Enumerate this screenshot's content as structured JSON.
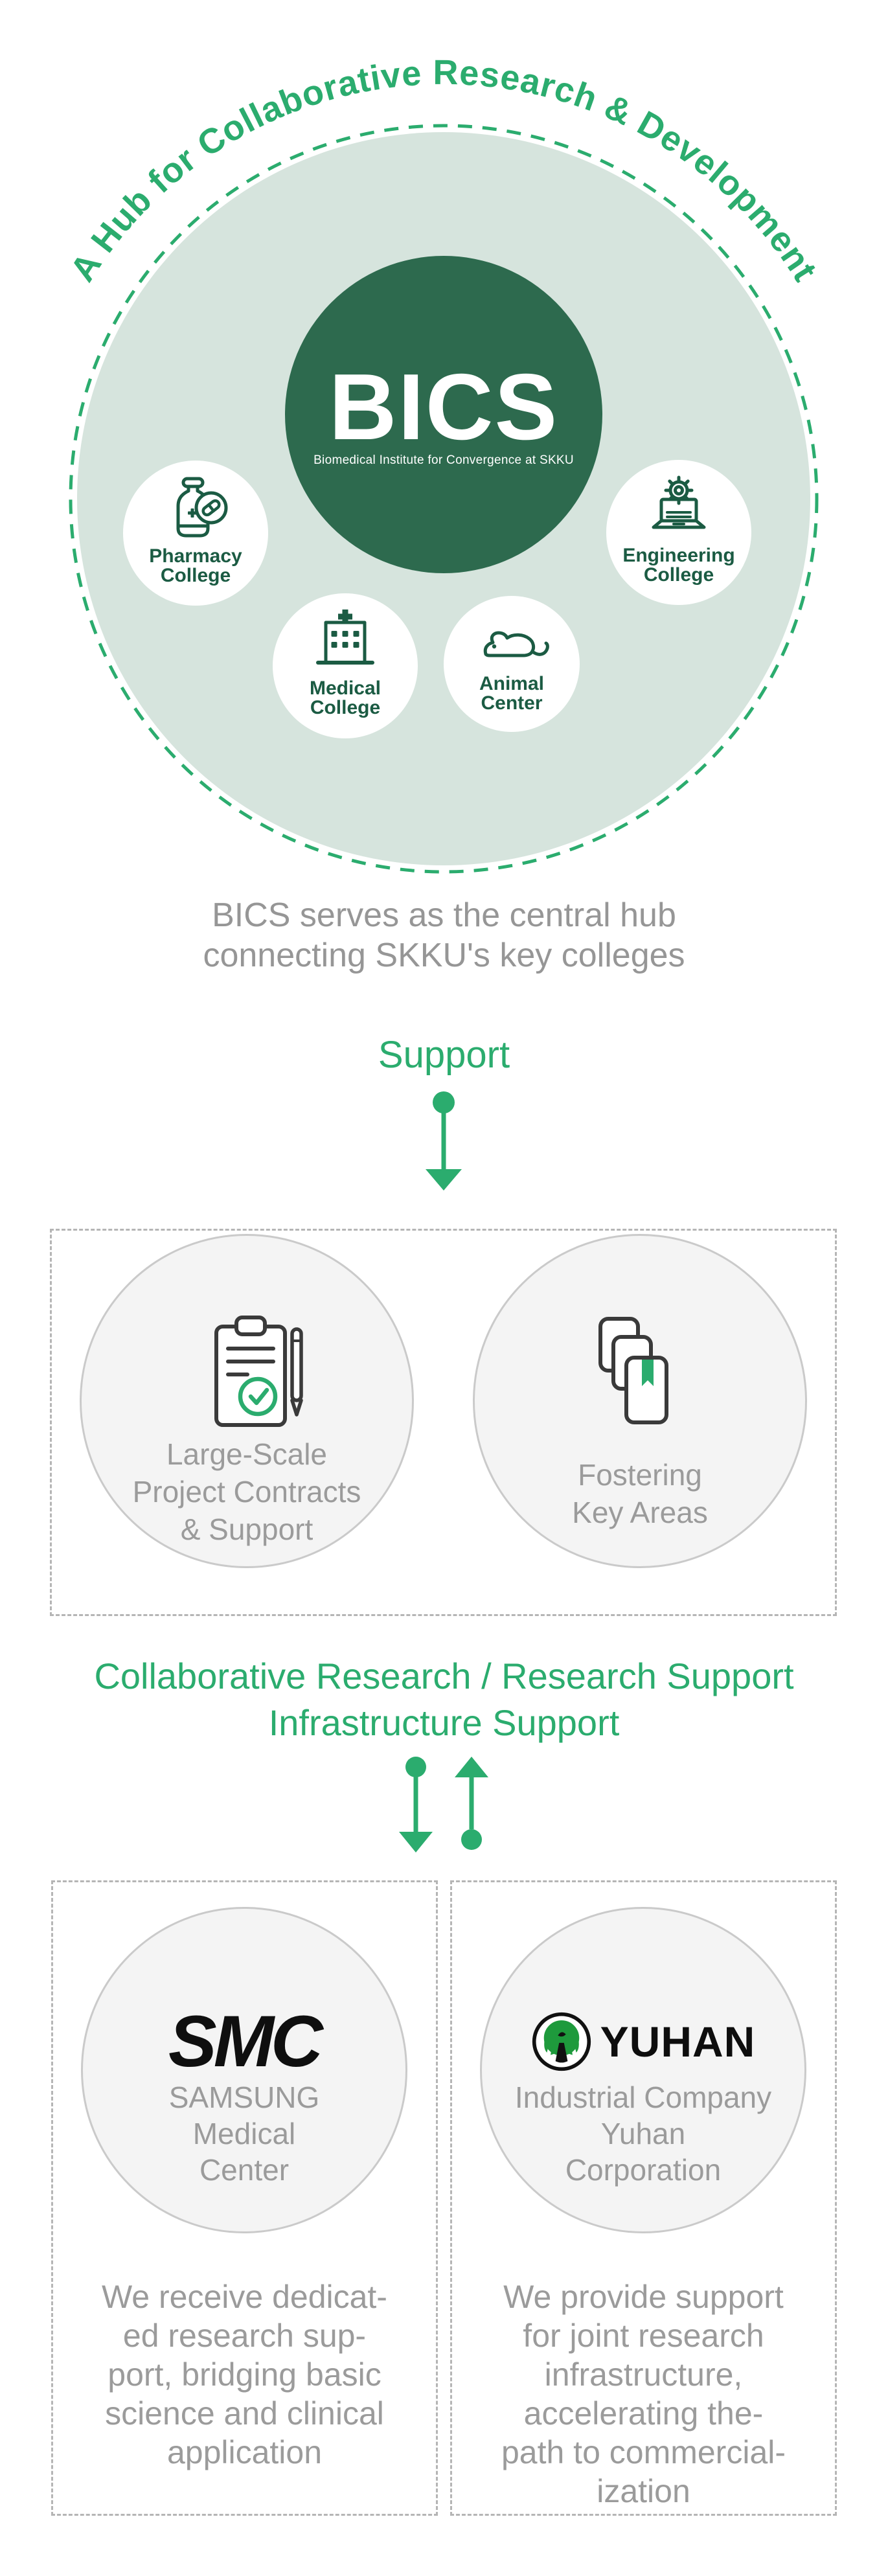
{
  "colors": {
    "accent_green": "#2BAC6E",
    "dark_green_circle": "#2D6A4E",
    "light_green_fill": "#D6E4DD",
    "college_icon_green": "#1B5B43",
    "gray_text": "#9B9B9B",
    "dashed_border_gray": "#B5B5B5",
    "circle_fill_gray": "#F4F4F4",
    "dark_icon_stroke": "#3A3A3A",
    "yuhan_logo_green": "#1E9A3C",
    "logo_black": "#0F0F0F"
  },
  "hub": {
    "arc_title": "A Hub for Collaborative Research & Development",
    "center": {
      "title": "BICS",
      "subtitle": "Biomedical Institute for Convergence at SKKU"
    },
    "colleges": [
      {
        "line1": "Pharmacy",
        "line2": "College",
        "icon": "medicine-bottle-icon"
      },
      {
        "line1": "Medical",
        "line2": "College",
        "icon": "hospital-icon"
      },
      {
        "line1": "Animal",
        "line2": "Center",
        "icon": "mouse-icon"
      },
      {
        "line1": "Engineering",
        "line2": "College",
        "icon": "laptop-gear-icon"
      }
    ],
    "caption": [
      "BICS serves as the central hub",
      "connecting SKKU's key colleges"
    ]
  },
  "support": {
    "heading": "Support"
  },
  "functions": {
    "left": {
      "icon": "clipboard-check-icon",
      "lines": [
        "Large-Scale",
        "Project Contracts",
        "& Support"
      ]
    },
    "right": {
      "icon": "books-bookmark-icon",
      "lines": [
        "Fostering",
        "Key Areas"
      ]
    }
  },
  "collab": {
    "heading": [
      "Collaborative Research / Research Support",
      "Infrastructure Support"
    ]
  },
  "partners": {
    "smc": {
      "logo_text": "SMC",
      "name": [
        "SAMSUNG",
        "Medical",
        "Center"
      ],
      "desc": [
        "We receive dedicat-",
        "ed research sup-",
        "port, bridging basic",
        "science and clinical",
        "application"
      ]
    },
    "yuhan": {
      "logo_text": "YUHAN",
      "name": [
        "Industrial Company",
        "Yuhan",
        "Corporation"
      ],
      "desc": [
        "We provide support",
        "for joint research",
        "infrastructure,",
        "accelerating the-",
        "path to commercial-",
        "ization"
      ]
    }
  },
  "icons": {
    "pharmacy": "medicine-bottle-icon",
    "medical": "hospital-icon",
    "animal": "mouse-icon",
    "engineering": "laptop-gear-icon",
    "large_scale": "clipboard-check-icon",
    "fostering": "books-bookmark-icon",
    "support_flow": "down-arrow-icon",
    "collab_flow": "down-up-arrows-icon",
    "yuhan_emblem": "willow-tree-icon"
  }
}
